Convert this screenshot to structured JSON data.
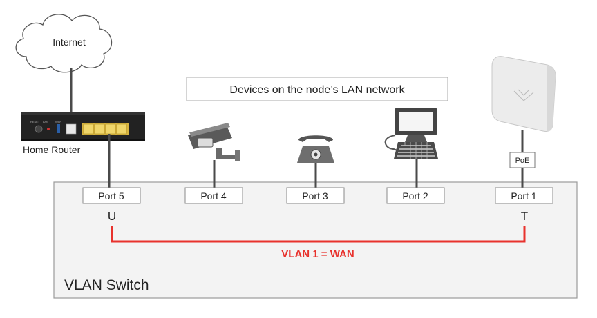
{
  "cloud": {
    "label": "Internet"
  },
  "router": {
    "label": "Home Router",
    "panel_labels": [
      "RESET",
      "LAN",
      "WAN"
    ]
  },
  "lan_box": {
    "label": "Devices on the node’s LAN network"
  },
  "devices": [
    {
      "name": "ip-camera",
      "icon": "camera-icon"
    },
    {
      "name": "telephone",
      "icon": "phone-icon"
    },
    {
      "name": "desktop-computer",
      "icon": "computer-icon"
    },
    {
      "name": "access-point",
      "icon": "access-point-icon"
    }
  ],
  "poe": {
    "label": "PoE"
  },
  "ports": [
    "Port 5",
    "Port 4",
    "Port 3",
    "Port 2",
    "Port 1"
  ],
  "tags": {
    "port5": "U",
    "port1": "T"
  },
  "vlan": {
    "label": "VLAN 1 = WAN",
    "color": "#e8322d"
  },
  "switch": {
    "label": "VLAN Switch",
    "fill": "#f3f3f3",
    "stroke": "#9a9a9a"
  }
}
